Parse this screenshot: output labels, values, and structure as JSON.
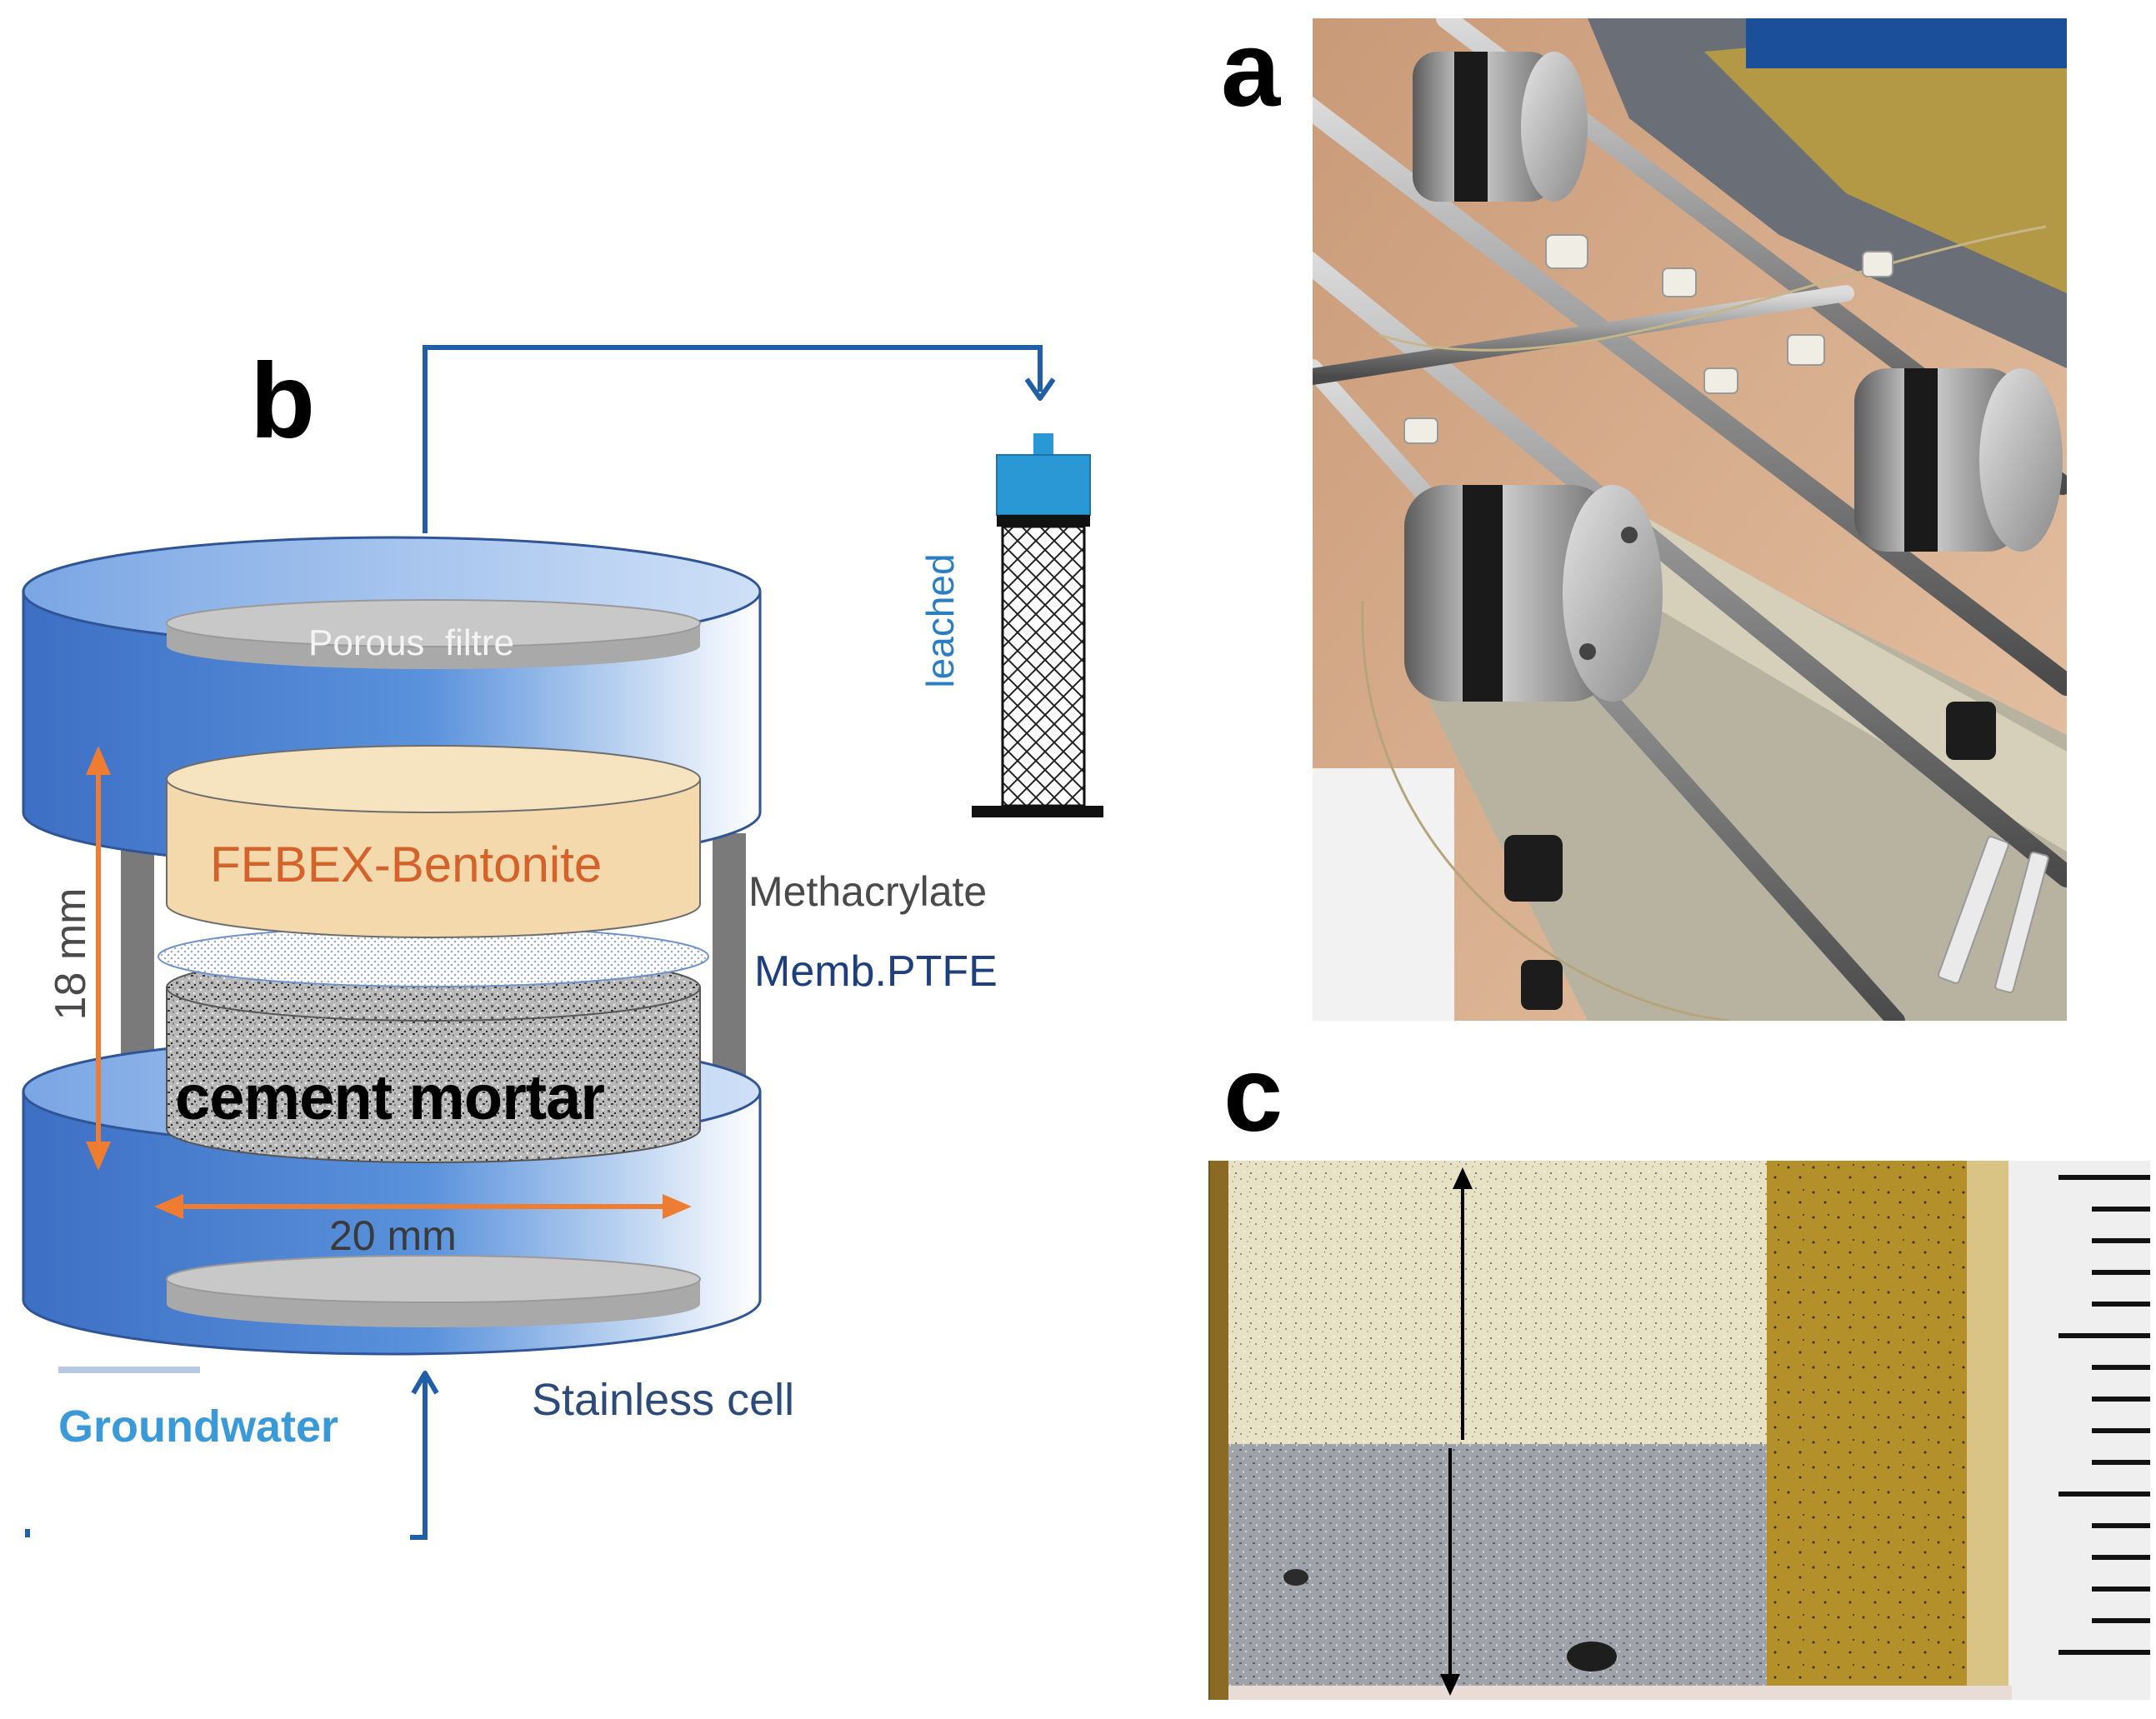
{
  "panels": {
    "a": {
      "letter": "a"
    },
    "b": {
      "letter": "b"
    },
    "c": {
      "letter": "c"
    }
  },
  "diagram": {
    "porous_filter": "Porous  filtre",
    "bentonite": "FEBEX-Bentonite",
    "methacrylate": "Methacrylate",
    "membrane": "Memb.PTFE",
    "mortar": "cement mortar",
    "height": "18 mm",
    "diameter": "20 mm",
    "leached": "leached",
    "groundwater": "Groundwater",
    "stainless": "Stainless cell"
  },
  "colors": {
    "cell_blue": "#4f86d6",
    "arrow_orange": "#ee7d31",
    "bentonite_text": "#d4622a",
    "flow_arrow": "#1f5fa8",
    "groundwater_text": "#3a9ad9",
    "stainless_text": "#2c4a7a",
    "syringe_cap": "#2b98d6"
  }
}
